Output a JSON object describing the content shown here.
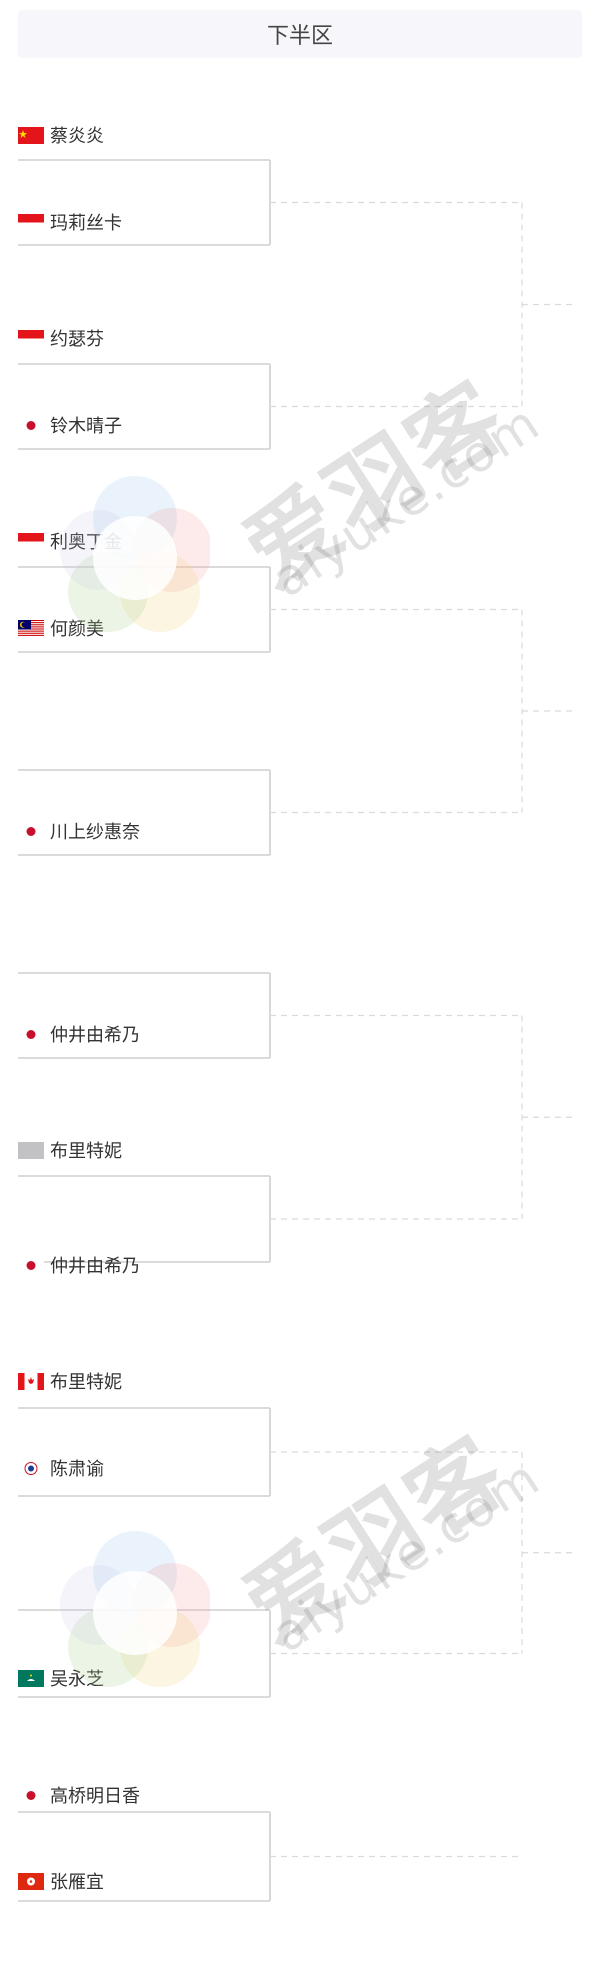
{
  "header": {
    "title": "下半区"
  },
  "players": [
    {
      "name": "蔡炎炎",
      "flag": "china-flag-icon"
    },
    {
      "name": "玛莉丝卡",
      "flag": "indonesia-flag-icon"
    },
    {
      "name": "约瑟芬",
      "flag": "indonesia-flag-icon"
    },
    {
      "name": "铃木晴子",
      "flag": "japan-flag-icon"
    },
    {
      "name": "利奥丁金",
      "flag": "indonesia-flag-icon"
    },
    {
      "name": "何颜美",
      "flag": "malaysia-flag-icon"
    },
    {
      "name": "川上纱惠奈",
      "flag": "japan-flag-icon"
    },
    {
      "name": "仲井由希乃",
      "flag": "japan-flag-icon"
    },
    {
      "name": "布里特妮",
      "flag": "blank-flag-icon"
    },
    {
      "name": "仲井由希乃",
      "flag": "japan-flag-icon"
    },
    {
      "name": "布里特妮",
      "flag": "canada-flag-icon"
    },
    {
      "name": "陈肃谕",
      "flag": "chinese-taipei-flag-icon"
    },
    {
      "name": "吴永芝",
      "flag": "macau-flag-icon"
    },
    {
      "name": "高桥明日香",
      "flag": "japan-flag-icon"
    },
    {
      "name": "张雁宜",
      "flag": "hongkong-flag-icon"
    }
  ],
  "watermark": {
    "cn": "爱羽客",
    "en": "aiyuke.com"
  },
  "colors": {
    "accent_red": "#e4141b",
    "japan_red": "#c8102e",
    "bracket_line": "#cfcfcf",
    "dashed_line": "#dadada",
    "header_bg": "#f7f6fa"
  }
}
